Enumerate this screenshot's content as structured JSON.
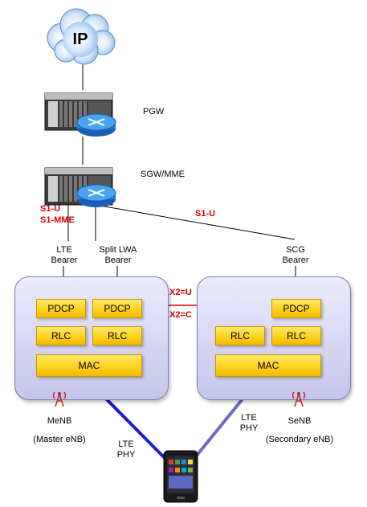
{
  "cloud": {
    "label": "IP"
  },
  "nodes": {
    "pgw": "PGW",
    "sgw_mme": "SGW/MME"
  },
  "interfaces": {
    "s1u_left": "S1-U",
    "s1mme": "S1-MME",
    "s1u_right": "S1-U",
    "x2u": "X2=U",
    "x2c": "X2=C"
  },
  "bearers": {
    "lte": [
      "LTE",
      "Bearer"
    ],
    "split_lwa": [
      "Split LWA",
      "Bearer"
    ],
    "scg": [
      "SCG",
      "Bearer"
    ]
  },
  "menb": {
    "pdcp1": "PDCP",
    "pdcp2": "PDCP",
    "rlc1": "RLC",
    "rlc2": "RLC",
    "mac": "MAC",
    "name": "MeNB",
    "desc": "(Master eNB)"
  },
  "senb": {
    "rlc1": "RLC",
    "rlc2": "RLC",
    "pdcp": "PDCP",
    "mac": "MAC",
    "name": "SeNB",
    "desc": "(Secondary eNB)"
  },
  "phy": {
    "left": [
      "LTE",
      "PHY"
    ],
    "right": [
      "LTE",
      "PHY"
    ]
  },
  "colors": {
    "lte_link": "#1c1cd8",
    "scg_link": "#6b6bc8",
    "x2_arrow": "#e00000",
    "interface_text": "#e00000"
  },
  "icons": [
    "cloud-icon",
    "router-icon",
    "cell-tower-icon",
    "smartphone-icon"
  ]
}
